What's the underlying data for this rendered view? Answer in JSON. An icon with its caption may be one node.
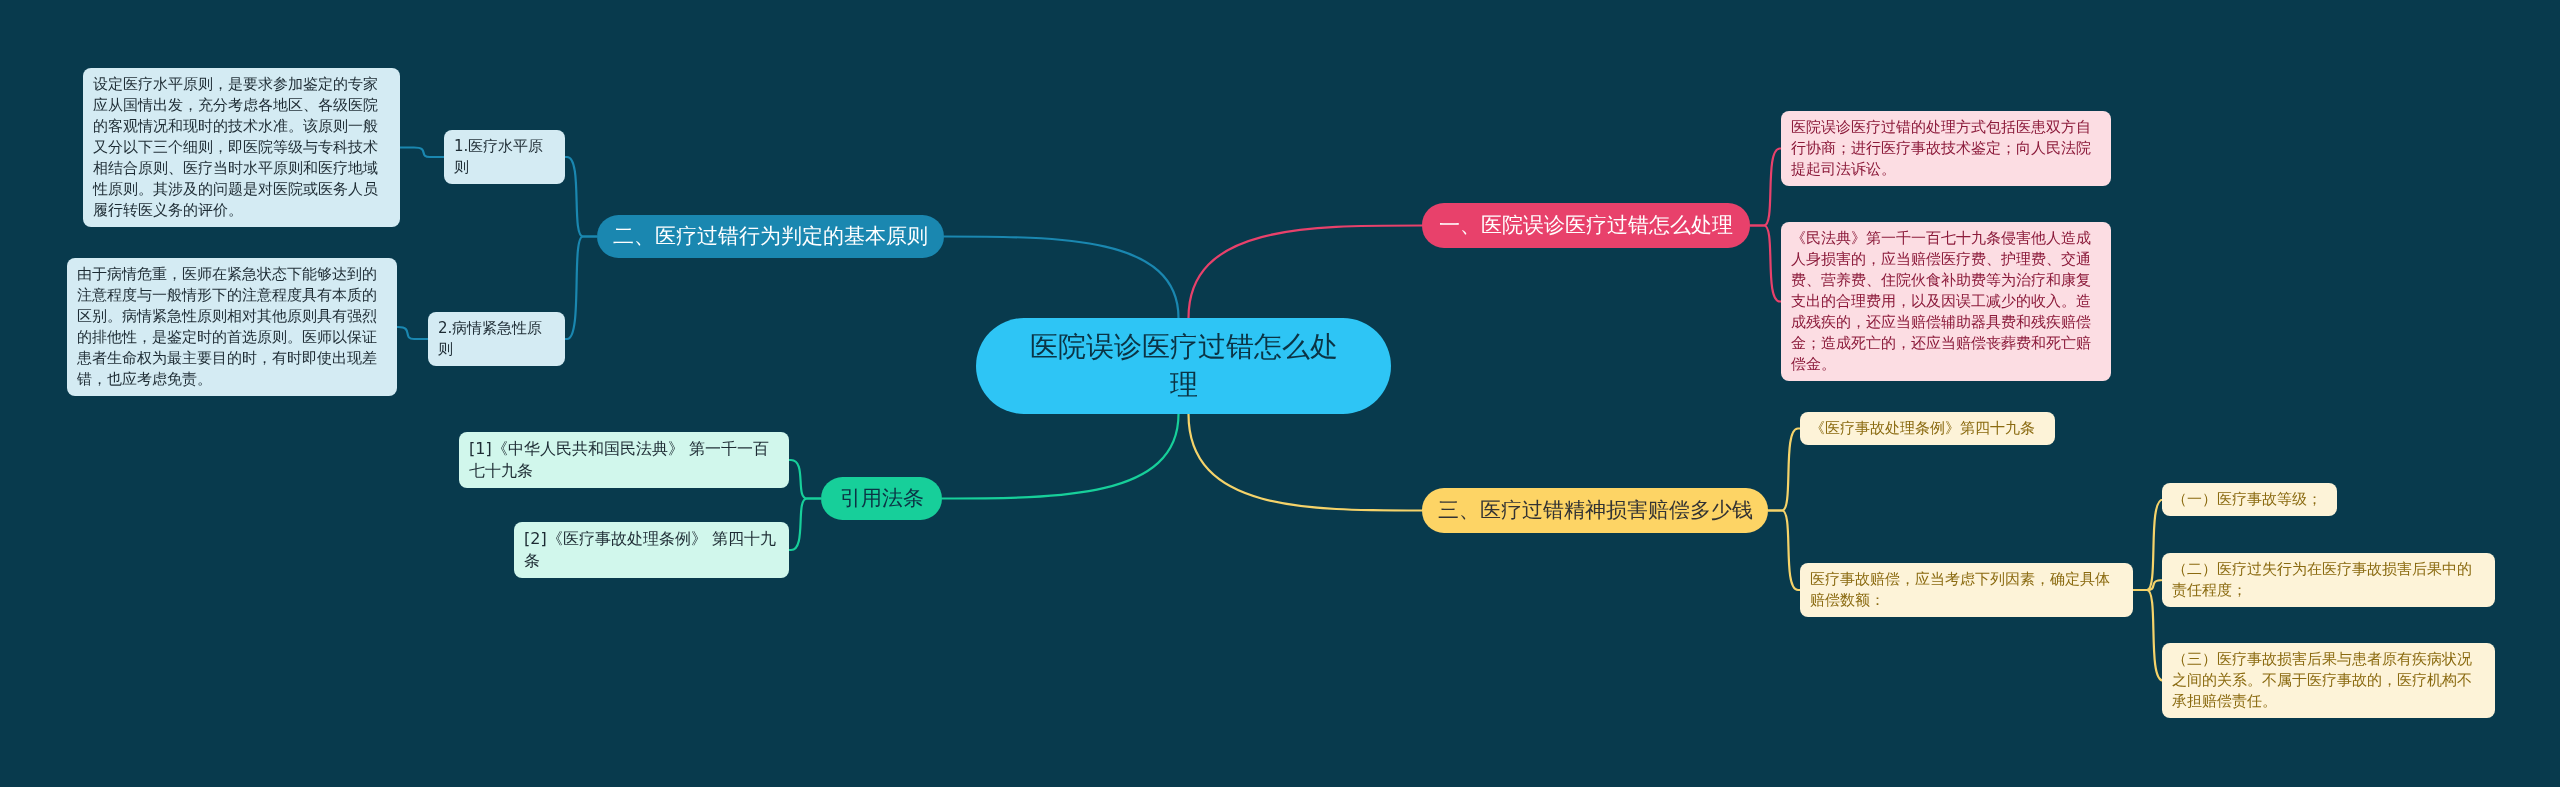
{
  "diagram": {
    "nodes": [
      {
        "text": [
          "医院误诊医疗过错怎么处理"
        ]
      },
      {
        "text": [
          "二、医疗过错行为判定的基本原则"
        ]
      },
      {
        "text": [
          "1.医疗水平原则"
        ]
      },
      {
        "text": [
          "设定医疗水平原则，是要求参加鉴定的专家应从国情出发，充分考虑各地区、各级医院的客观情况和现时的技术水准。该原则一般又分以下三个细则，即医院等级与专科技术相结合原则、医疗当时水平原则和医疗地域性原则。其涉及的问题是对医院或医务人员履行转医义务的评价。"
        ]
      },
      {
        "text": [
          "2.病情紧急性原则"
        ]
      },
      {
        "text": [
          "由于病情危重，医师在紧急状态下能够达到的注意程度与一般情形下的注意程度具有本质的区别。病情紧急性原则相对其他原则具有强烈的排他性，是鉴定时的首选原则。医师以保证患者生命权为最主要目的时，有时即使出现差错，也应考虑免责。"
        ]
      },
      {
        "text": [
          "引用法条"
        ]
      },
      {
        "text": [
          "[1]《中华人民共和国民法典》 第一千一百七十九条"
        ]
      },
      {
        "text": [
          "[2]《医疗事故处理条例》 第四十九条"
        ]
      },
      {
        "text": [
          "一、医院误诊医疗过错怎么处理"
        ]
      },
      {
        "text": [
          "医院误诊医疗过错的处理方式包括医患双方自行协商；进行医疗事故技术鉴定；向人民法院提起司法诉讼。"
        ]
      },
      {
        "text": [
          "《民法典》第一千一百七十九条侵害他人造成人身损害的，应当赔偿医疗费、护理费、交通费、营养费、住院伙食补助费等为治疗和康复支出的合理费用，以及因误工减少的收入。造成残疾的，还应当赔偿辅助器具费和残疾赔偿金；造成死亡的，还应当赔偿丧葬费和死亡赔偿金。"
        ]
      },
      {
        "text": [
          "三、医疗过错精神损害赔偿多少钱"
        ]
      },
      {
        "text": [
          "《医疗事故处理条例》第四十九条"
        ]
      },
      {
        "text": [
          "医疗事故赔偿，应当考虑下列因素，确定具体赔偿数额："
        ]
      },
      {
        "text": [
          "（一）医疗事故等级；"
        ]
      },
      {
        "text": [
          "（二）医疗过失行为在医疗事故损害后果中的责任程度；"
        ]
      },
      {
        "text": [
          "（三）医疗事故损害后果与患者原有疾病状况之间的关系。不属于医疗事故的，医疗机构不承担赔偿责任。"
        ]
      }
    ],
    "edges": [
      {
        "from": 0,
        "to": 1,
        "arrow": "none",
        "color": "#1a87b0"
      },
      {
        "from": 1,
        "to": 2,
        "arrow": "none",
        "color": "#1a87b0"
      },
      {
        "from": 2,
        "to": 3,
        "arrow": "none",
        "color": "#1a87b0"
      },
      {
        "from": 1,
        "to": 4,
        "arrow": "none",
        "color": "#1a87b0"
      },
      {
        "from": 4,
        "to": 5,
        "arrow": "none",
        "color": "#1a87b0"
      },
      {
        "from": 0,
        "to": 6,
        "arrow": "none",
        "color": "#17cf9a"
      },
      {
        "from": 6,
        "to": 7,
        "arrow": "none",
        "color": "#17cf9a"
      },
      {
        "from": 6,
        "to": 8,
        "arrow": "none",
        "color": "#17cf9a"
      },
      {
        "from": 0,
        "to": 9,
        "arrow": "none",
        "color": "#e8416b"
      },
      {
        "from": 9,
        "to": 10,
        "arrow": "none",
        "color": "#e8416b"
      },
      {
        "from": 9,
        "to": 11,
        "arrow": "none",
        "color": "#e8416b"
      },
      {
        "from": 0,
        "to": 12,
        "arrow": "none"
      },
      {
        "from": 12,
        "to": 13,
        "arrow": "none"
      },
      {
        "from": 12,
        "to": 14,
        "arrow": "none"
      },
      {
        "from": 14,
        "to": 15,
        "arrow": "none"
      },
      {
        "from": 14,
        "to": 16,
        "arrow": "none"
      },
      {
        "from": 14,
        "to": 17,
        "arrow": "none"
      }
    ]
  }
}
